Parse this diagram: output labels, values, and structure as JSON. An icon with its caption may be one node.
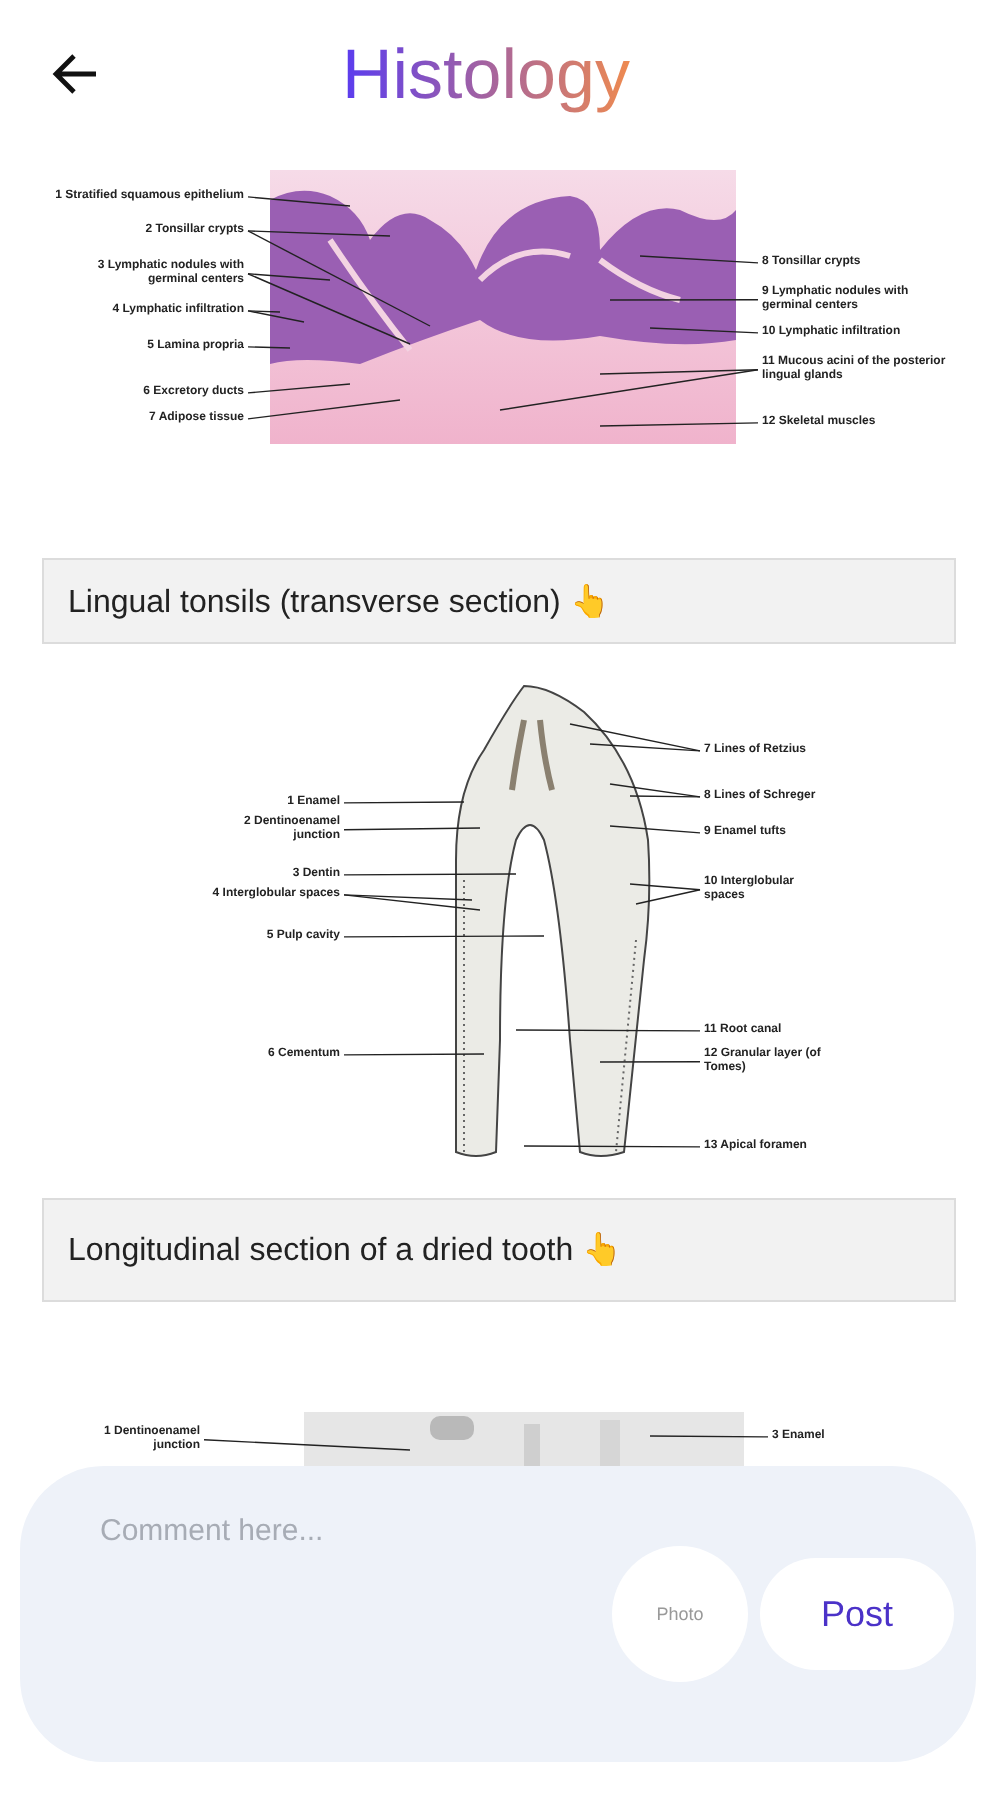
{
  "diagram": {
    "title": "Histology",
    "nodes": [
      {
        "text": [
          "1 Stratified squamous epithelium"
        ]
      },
      {
        "text": [
          "2 Tonsillar crypts"
        ]
      },
      {
        "text": [
          "3 Lymphatic nodules with germinal centers"
        ]
      },
      {
        "text": [
          "4 Lymphatic infiltration"
        ]
      },
      {
        "text": [
          "5 Lamina propria"
        ]
      },
      {
        "text": [
          "6 Excretory ducts"
        ]
      },
      {
        "text": [
          "7 Adipose tissue"
        ]
      },
      {
        "text": [
          "8 Tonsillar crypts"
        ]
      },
      {
        "text": [
          "9 Lymphatic nodules with germinal centers"
        ]
      },
      {
        "text": [
          "10 Lymphatic infiltration"
        ]
      },
      {
        "text": [
          "11 Mucous acini of the posterior lingual glands"
        ]
      },
      {
        "text": [
          "12 Skeletal muscles"
        ]
      },
      {
        "text": [
          "Lingual tonsils (transverse section) 👆"
        ]
      },
      {
        "text": [
          "1 Enamel"
        ]
      },
      {
        "text": [
          "2 Dentinoenamel junction"
        ]
      },
      {
        "text": [
          "3 Dentin"
        ]
      },
      {
        "text": [
          "4 Interglobular spaces"
        ]
      },
      {
        "text": [
          "5 Pulp cavity"
        ]
      },
      {
        "text": [
          "6 Cementum"
        ]
      },
      {
        "text": [
          "7 Lines of Retzius"
        ]
      },
      {
        "text": [
          "8 Lines of Schreger"
        ]
      },
      {
        "text": [
          "9 Enamel tufts"
        ]
      },
      {
        "text": [
          "10 Interglobular spaces"
        ]
      },
      {
        "text": [
          "11 Root canal"
        ]
      },
      {
        "text": [
          "12 Granular layer (of Tomes)"
        ]
      },
      {
        "text": [
          "13 Apical foramen"
        ]
      },
      {
        "text": [
          "Longitudinal section of a dried tooth 👆"
        ]
      },
      {
        "text": [
          "1 Dentinoenamel junction"
        ]
      },
      {
        "text": [
          "3 Enamel"
        ]
      },
      {
        "text": [],
        "shape": "picture"
      }
    ],
    "edges": [
      {
        "from": 0,
        "to": null,
        "arrow": "none"
      },
      {
        "from": 1,
        "to": null,
        "arrow": "none"
      },
      {
        "from": 1,
        "to": null,
        "arrow": "none"
      },
      {
        "from": 2,
        "to": null,
        "arrow": "none"
      },
      {
        "from": 2,
        "to": null,
        "arrow": "none"
      },
      {
        "from": 3,
        "to": null,
        "arrow": "none"
      },
      {
        "from": 3,
        "to": null,
        "arrow": "none"
      },
      {
        "from": 4,
        "to": null,
        "arrow": "none"
      },
      {
        "from": 5,
        "to": null,
        "arrow": "none"
      },
      {
        "from": 6,
        "to": null,
        "arrow": "none"
      },
      {
        "from": 7,
        "to": null,
        "arrow": "none"
      },
      {
        "from": 8,
        "to": null,
        "arrow": "none"
      },
      {
        "from": 9,
        "to": null,
        "arrow": "none"
      },
      {
        "from": 10,
        "to": null,
        "arrow": "none"
      },
      {
        "from": 10,
        "to": null,
        "arrow": "none"
      },
      {
        "from": 11,
        "to": null,
        "arrow": "none"
      },
      {
        "from": 13,
        "to": null,
        "arrow": "none"
      },
      {
        "from": 14,
        "to": null,
        "arrow": "none"
      },
      {
        "from": 15,
        "to": null,
        "arrow": "none"
      },
      {
        "from": 16,
        "to": null,
        "arrow": "none"
      },
      {
        "from": 16,
        "to": null,
        "arrow": "none"
      },
      {
        "from": 17,
        "to": null,
        "arrow": "none"
      },
      {
        "from": 18,
        "to": null,
        "arrow": "none"
      },
      {
        "from": 19,
        "to": null,
        "arrow": "none"
      },
      {
        "from": 19,
        "to": null,
        "arrow": "none"
      },
      {
        "from": 20,
        "to": null,
        "arrow": "none"
      },
      {
        "from": 20,
        "to": null,
        "arrow": "none"
      },
      {
        "from": 21,
        "to": null,
        "arrow": "none"
      },
      {
        "from": 22,
        "to": null,
        "arrow": "none"
      },
      {
        "from": 22,
        "to": null,
        "arrow": "none"
      },
      {
        "from": 23,
        "to": null,
        "arrow": "none"
      },
      {
        "from": 24,
        "to": null,
        "arrow": "none"
      },
      {
        "from": 25,
        "to": null,
        "arrow": "none"
      },
      {
        "from": 27,
        "to": 29,
        "arrow": "none"
      },
      {
        "from": 28,
        "to": 29,
        "arrow": "none"
      }
    ],
    "labels": [
      "Comment here...",
      "Photo",
      "Post"
    ]
  }
}
